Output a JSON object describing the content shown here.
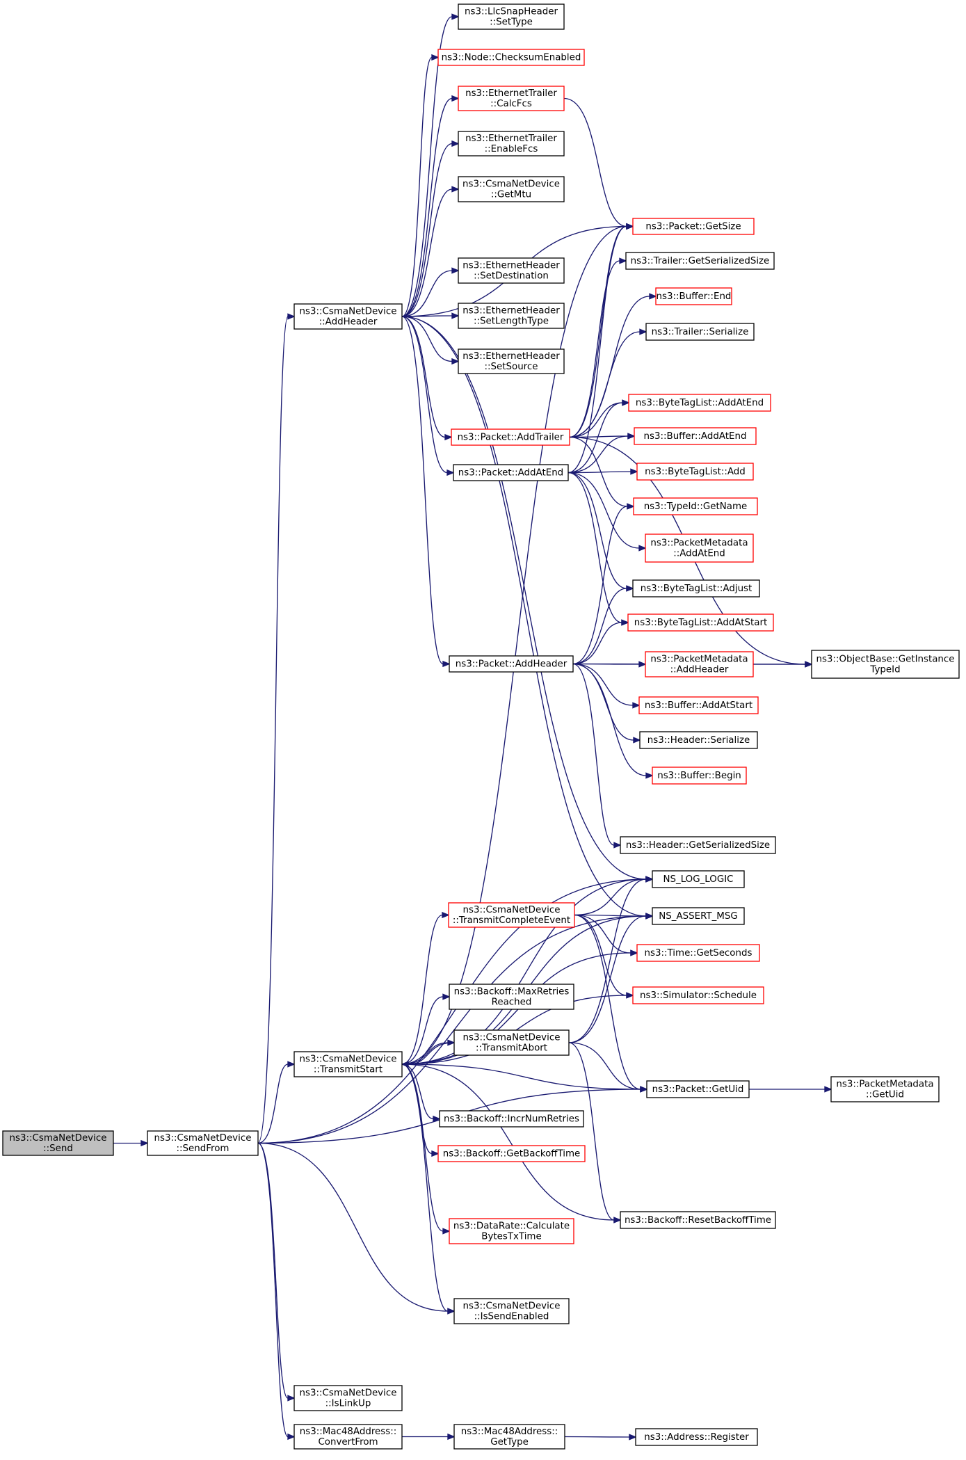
{
  "colors": {
    "edge": "#191970",
    "border_default": "#000000",
    "border_incomplete": "#ff0000",
    "fill_default": "#ffffff",
    "fill_root": "#bfbfbf"
  },
  "nodes": [
    {
      "id": "send",
      "lines": [
        "ns3::CsmaNetDevice",
        "::Send"
      ],
      "style": "root"
    },
    {
      "id": "sendfrom",
      "lines": [
        "ns3::CsmaNetDevice",
        "::SendFrom"
      ],
      "style": "default"
    },
    {
      "id": "addheader_dev",
      "lines": [
        "ns3::CsmaNetDevice",
        "::AddHeader"
      ],
      "style": "default"
    },
    {
      "id": "transmitstart",
      "lines": [
        "ns3::CsmaNetDevice",
        "::TransmitStart"
      ],
      "style": "default"
    },
    {
      "id": "islinkup",
      "lines": [
        "ns3::CsmaNetDevice",
        "::IsLinkUp"
      ],
      "style": "default"
    },
    {
      "id": "convertfrom",
      "lines": [
        "ns3::Mac48Address::",
        "ConvertFrom"
      ],
      "style": "default"
    },
    {
      "id": "llcsettype",
      "lines": [
        "ns3::LlcSnapHeader",
        "::SetType"
      ],
      "style": "default"
    },
    {
      "id": "checksum",
      "lines": [
        "ns3::Node::ChecksumEnabled"
      ],
      "style": "incomplete"
    },
    {
      "id": "calcfcs",
      "lines": [
        "ns3::EthernetTrailer",
        "::CalcFcs"
      ],
      "style": "incomplete"
    },
    {
      "id": "enablefcs",
      "lines": [
        "ns3::EthernetTrailer",
        "::EnableFcs"
      ],
      "style": "default"
    },
    {
      "id": "getmtu",
      "lines": [
        "ns3::CsmaNetDevice",
        "::GetMtu"
      ],
      "style": "default"
    },
    {
      "id": "setdest",
      "lines": [
        "ns3::EthernetHeader",
        "::SetDestination"
      ],
      "style": "default"
    },
    {
      "id": "setlen",
      "lines": [
        "ns3::EthernetHeader",
        "::SetLengthType"
      ],
      "style": "default"
    },
    {
      "id": "setsrc",
      "lines": [
        "ns3::EthernetHeader",
        "::SetSource"
      ],
      "style": "default"
    },
    {
      "id": "addtrailer",
      "lines": [
        "ns3::Packet::AddTrailer"
      ],
      "style": "incomplete"
    },
    {
      "id": "addatend",
      "lines": [
        "ns3::Packet::AddAtEnd"
      ],
      "style": "default"
    },
    {
      "id": "pktaddheader",
      "lines": [
        "ns3::Packet::AddHeader"
      ],
      "style": "default"
    },
    {
      "id": "txcomplete",
      "lines": [
        "ns3::CsmaNetDevice",
        "::TransmitCompleteEvent"
      ],
      "style": "incomplete"
    },
    {
      "id": "maxretries",
      "lines": [
        "ns3::Backoff::MaxRetries",
        "Reached"
      ],
      "style": "default"
    },
    {
      "id": "txabort",
      "lines": [
        "ns3::CsmaNetDevice",
        "::TransmitAbort"
      ],
      "style": "default"
    },
    {
      "id": "incr",
      "lines": [
        "ns3::Backoff::IncrNumRetries"
      ],
      "style": "default"
    },
    {
      "id": "getbackoff",
      "lines": [
        "ns3::Backoff::GetBackoffTime"
      ],
      "style": "incomplete"
    },
    {
      "id": "calcbytes",
      "lines": [
        "ns3::DataRate::Calculate",
        "BytesTxTime"
      ],
      "style": "incomplete"
    },
    {
      "id": "issendenabled",
      "lines": [
        "ns3::CsmaNetDevice",
        "::IsSendEnabled"
      ],
      "style": "default"
    },
    {
      "id": "macgettype",
      "lines": [
        "ns3::Mac48Address::",
        "GetType"
      ],
      "style": "default"
    },
    {
      "id": "getsize",
      "lines": [
        "ns3::Packet::GetSize"
      ],
      "style": "incomplete"
    },
    {
      "id": "trailerser_size",
      "lines": [
        "ns3::Trailer::GetSerializedSize"
      ],
      "style": "default"
    },
    {
      "id": "bufend",
      "lines": [
        "ns3::Buffer::End"
      ],
      "style": "incomplete"
    },
    {
      "id": "trailerser",
      "lines": [
        "ns3::Trailer::Serialize"
      ],
      "style": "default"
    },
    {
      "id": "btl_addatend",
      "lines": [
        "ns3::ByteTagList::AddAtEnd"
      ],
      "style": "incomplete"
    },
    {
      "id": "buf_addatend",
      "lines": [
        "ns3::Buffer::AddAtEnd"
      ],
      "style": "incomplete"
    },
    {
      "id": "btl_add",
      "lines": [
        "ns3::ByteTagList::Add"
      ],
      "style": "incomplete"
    },
    {
      "id": "typeid_getname",
      "lines": [
        "ns3::TypeId::GetName"
      ],
      "style": "incomplete"
    },
    {
      "id": "pm_addatend",
      "lines": [
        "ns3::PacketMetadata",
        "::AddAtEnd"
      ],
      "style": "incomplete"
    },
    {
      "id": "btl_adjust",
      "lines": [
        "ns3::ByteTagList::Adjust"
      ],
      "style": "default"
    },
    {
      "id": "btl_addatstart",
      "lines": [
        "ns3::ByteTagList::AddAtStart"
      ],
      "style": "incomplete"
    },
    {
      "id": "pm_addheader",
      "lines": [
        "ns3::PacketMetadata",
        "::AddHeader"
      ],
      "style": "incomplete"
    },
    {
      "id": "buf_addatstart",
      "lines": [
        "ns3::Buffer::AddAtStart"
      ],
      "style": "incomplete"
    },
    {
      "id": "hdr_ser",
      "lines": [
        "ns3::Header::Serialize"
      ],
      "style": "default"
    },
    {
      "id": "buf_begin",
      "lines": [
        "ns3::Buffer::Begin"
      ],
      "style": "incomplete"
    },
    {
      "id": "hdr_sersize",
      "lines": [
        "ns3::Header::GetSerializedSize"
      ],
      "style": "default"
    },
    {
      "id": "nslog",
      "lines": [
        "NS_LOG_LOGIC"
      ],
      "style": "default"
    },
    {
      "id": "nsassert",
      "lines": [
        "NS_ASSERT_MSG"
      ],
      "style": "default"
    },
    {
      "id": "getseconds",
      "lines": [
        "ns3::Time::GetSeconds"
      ],
      "style": "incomplete"
    },
    {
      "id": "schedule",
      "lines": [
        "ns3::Simulator::Schedule"
      ],
      "style": "incomplete"
    },
    {
      "id": "getuid",
      "lines": [
        "ns3::Packet::GetUid"
      ],
      "style": "default"
    },
    {
      "id": "resetbackoff",
      "lines": [
        "ns3::Backoff::ResetBackoffTime"
      ],
      "style": "default"
    },
    {
      "id": "addrregister",
      "lines": [
        "ns3::Address::Register"
      ],
      "style": "default"
    },
    {
      "id": "objbase",
      "lines": [
        "ns3::ObjectBase::GetInstance",
        "TypeId"
      ],
      "style": "default"
    },
    {
      "id": "pm_getuid",
      "lines": [
        "ns3::PacketMetadata",
        "::GetUid"
      ],
      "style": "default"
    }
  ],
  "edges": [
    [
      "send",
      "sendfrom"
    ],
    [
      "sendfrom",
      "addheader_dev"
    ],
    [
      "sendfrom",
      "transmitstart"
    ],
    [
      "sendfrom",
      "nslog"
    ],
    [
      "sendfrom",
      "nsassert"
    ],
    [
      "sendfrom",
      "getuid"
    ],
    [
      "sendfrom",
      "issendenabled"
    ],
    [
      "sendfrom",
      "islinkup"
    ],
    [
      "sendfrom",
      "convertfrom"
    ],
    [
      "addheader_dev",
      "llcsettype"
    ],
    [
      "addheader_dev",
      "checksum"
    ],
    [
      "addheader_dev",
      "calcfcs"
    ],
    [
      "addheader_dev",
      "enablefcs"
    ],
    [
      "addheader_dev",
      "getmtu"
    ],
    [
      "addheader_dev",
      "getsize"
    ],
    [
      "addheader_dev",
      "setdest"
    ],
    [
      "addheader_dev",
      "setlen"
    ],
    [
      "addheader_dev",
      "setsrc"
    ],
    [
      "addheader_dev",
      "addtrailer"
    ],
    [
      "addheader_dev",
      "addatend"
    ],
    [
      "addheader_dev",
      "pktaddheader"
    ],
    [
      "addheader_dev",
      "nslog"
    ],
    [
      "addheader_dev",
      "nsassert"
    ],
    [
      "calcfcs",
      "getsize"
    ],
    [
      "addtrailer",
      "getsize"
    ],
    [
      "addtrailer",
      "trailerser_size"
    ],
    [
      "addtrailer",
      "bufend"
    ],
    [
      "addtrailer",
      "trailerser"
    ],
    [
      "addtrailer",
      "btl_addatend"
    ],
    [
      "addtrailer",
      "buf_addatend"
    ],
    [
      "addtrailer",
      "typeid_getname"
    ],
    [
      "addtrailer",
      "objbase"
    ],
    [
      "addatend",
      "getsize"
    ],
    [
      "addatend",
      "btl_addatend"
    ],
    [
      "addatend",
      "buf_addatend"
    ],
    [
      "addatend",
      "btl_add"
    ],
    [
      "addatend",
      "pm_addatend"
    ],
    [
      "addatend",
      "btl_adjust"
    ],
    [
      "addatend",
      "btl_addatstart"
    ],
    [
      "pktaddheader",
      "typeid_getname"
    ],
    [
      "pktaddheader",
      "btl_adjust"
    ],
    [
      "pktaddheader",
      "btl_addatstart"
    ],
    [
      "pktaddheader",
      "pm_addheader"
    ],
    [
      "pktaddheader",
      "buf_addatstart"
    ],
    [
      "pktaddheader",
      "hdr_ser"
    ],
    [
      "pktaddheader",
      "buf_begin"
    ],
    [
      "pktaddheader",
      "hdr_sersize"
    ],
    [
      "pktaddheader",
      "objbase"
    ],
    [
      "pm_addheader",
      "objbase"
    ],
    [
      "transmitstart",
      "getsize"
    ],
    [
      "transmitstart",
      "nslog"
    ],
    [
      "transmitstart",
      "nsassert"
    ],
    [
      "transmitstart",
      "txcomplete"
    ],
    [
      "transmitstart",
      "getseconds"
    ],
    [
      "transmitstart",
      "maxretries"
    ],
    [
      "transmitstart",
      "txabort"
    ],
    [
      "transmitstart",
      "schedule"
    ],
    [
      "transmitstart",
      "getuid"
    ],
    [
      "transmitstart",
      "incr"
    ],
    [
      "transmitstart",
      "getbackoff"
    ],
    [
      "transmitstart",
      "calcbytes"
    ],
    [
      "transmitstart",
      "resetbackoff"
    ],
    [
      "transmitstart",
      "issendenabled"
    ],
    [
      "txcomplete",
      "nslog"
    ],
    [
      "txcomplete",
      "nsassert"
    ],
    [
      "txcomplete",
      "getseconds"
    ],
    [
      "txcomplete",
      "schedule"
    ],
    [
      "txcomplete",
      "getuid"
    ],
    [
      "txabort",
      "transmitstart"
    ],
    [
      "txabort",
      "nslog"
    ],
    [
      "txabort",
      "nsassert"
    ],
    [
      "txabort",
      "getuid"
    ],
    [
      "txabort",
      "resetbackoff"
    ],
    [
      "getuid",
      "pm_getuid"
    ],
    [
      "convertfrom",
      "macgettype"
    ],
    [
      "macgettype",
      "addrregister"
    ]
  ]
}
